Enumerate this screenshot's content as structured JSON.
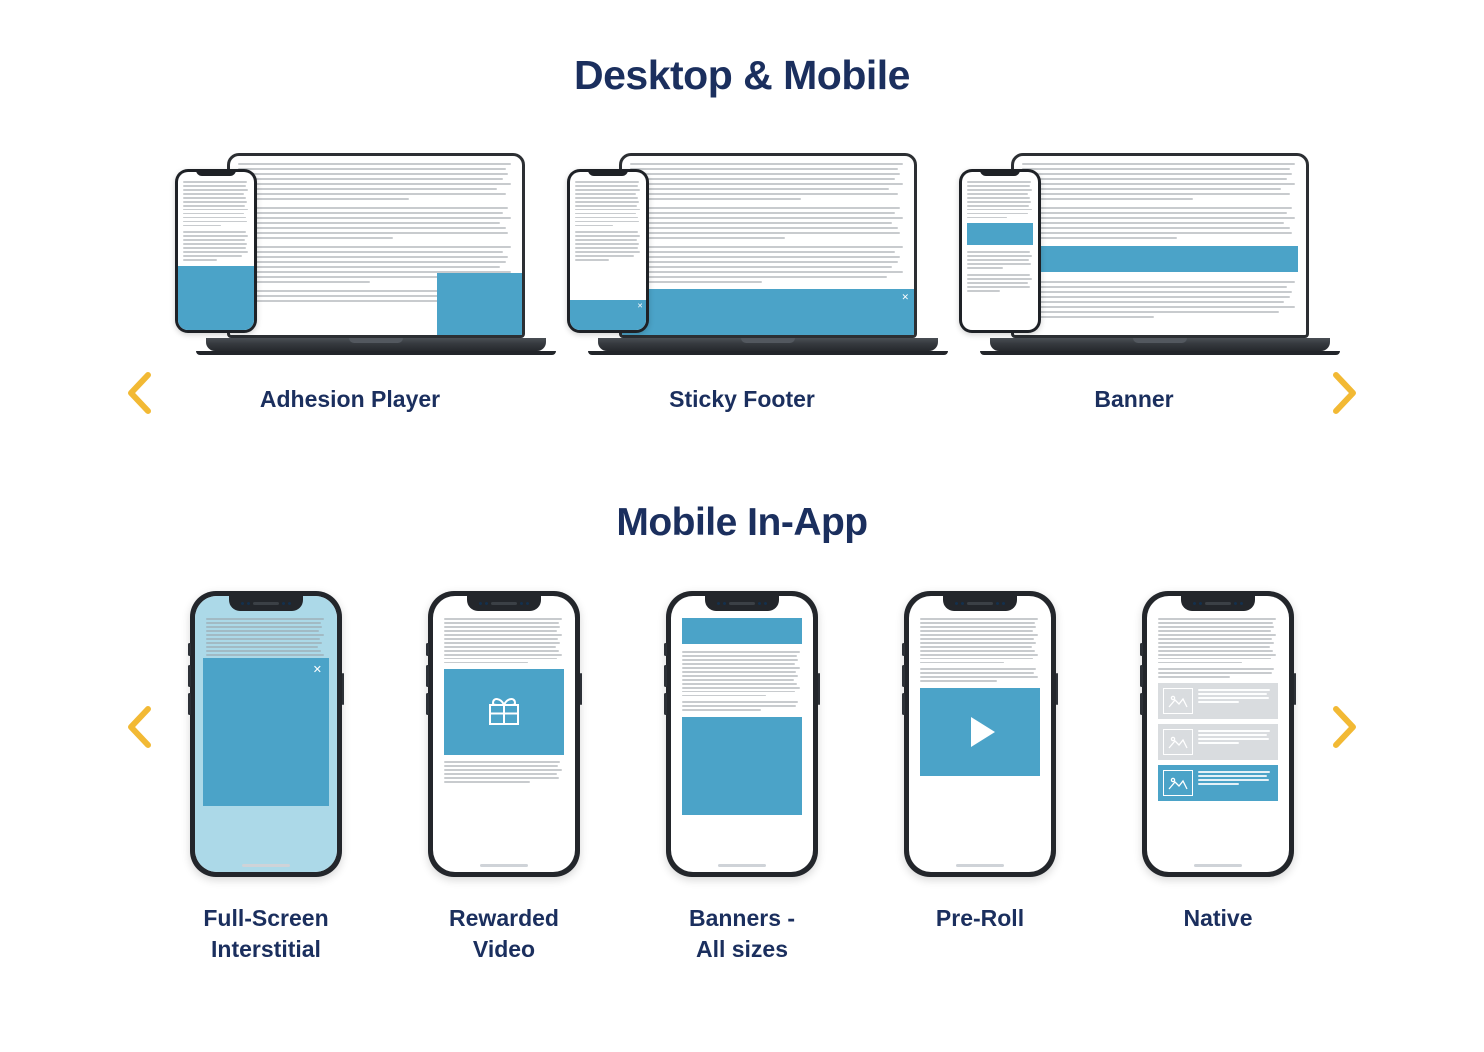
{
  "sections": [
    {
      "id": "desktop-mobile",
      "title": "Desktop & Mobile",
      "prev_label": "‹",
      "next_label": "›",
      "prev_icon": "chevron-left-icon",
      "next_icon": "chevron-right-icon",
      "cards": [
        {
          "id": "adhesion-player",
          "label": "Adhesion Player",
          "format": "laptop-phone",
          "ad_placement": "bottom-right anchored overlay",
          "has_close": false
        },
        {
          "id": "sticky-footer",
          "label": "Sticky Footer",
          "format": "laptop-phone",
          "ad_placement": "full-width bottom sticky bar",
          "has_close": true,
          "close_glyph": "✕"
        },
        {
          "id": "banner",
          "label": "Banner",
          "format": "laptop-phone",
          "ad_placement": "in-content inline rectangle",
          "has_close": false
        }
      ]
    },
    {
      "id": "mobile-in-app",
      "title": "Mobile In-App",
      "prev_label": "‹",
      "next_label": "›",
      "prev_icon": "chevron-left-icon",
      "next_icon": "chevron-right-icon",
      "cards": [
        {
          "id": "full-screen-interstitial",
          "label_line1": "Full-Screen",
          "label_line2": "Interstitial",
          "format": "phone",
          "ad_type": "interstitial",
          "has_close": true,
          "close_glyph": "✕"
        },
        {
          "id": "rewarded-video",
          "label_line1": "Rewarded",
          "label_line2": "Video",
          "format": "phone",
          "ad_type": "rewarded",
          "icon": "gift-icon"
        },
        {
          "id": "banners-all-sizes",
          "label_line1": "Banners -",
          "label_line2": "All sizes",
          "format": "phone",
          "ad_type": "banners"
        },
        {
          "id": "pre-roll",
          "label_line1": "Pre-Roll",
          "label_line2": "",
          "format": "phone",
          "ad_type": "video",
          "icon": "play-icon"
        },
        {
          "id": "native",
          "label_line1": "Native",
          "label_line2": "",
          "format": "phone",
          "ad_type": "native",
          "icon": "image-placeholder-icon",
          "feed_cards": 3,
          "sponsored_index": 3
        }
      ]
    }
  ],
  "colors": {
    "heading": "#1b2f5e",
    "caption": "#1b2f5e",
    "arrow": "#f2b934",
    "ad_blue": "#4ba3c8",
    "ad_light_blue": "#acd9e8",
    "device_frame": "#23262b",
    "page_background": "#ffffff",
    "placeholder_text": "#9aa0a6",
    "native_card": "#d9dcdf"
  }
}
